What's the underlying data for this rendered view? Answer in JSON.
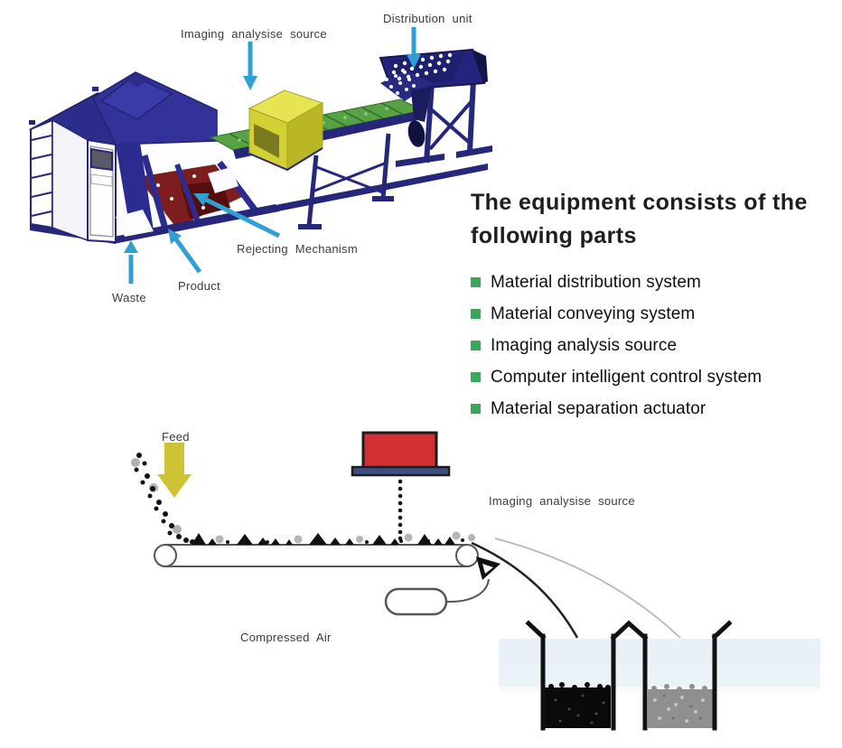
{
  "machine_diagram": {
    "labels": {
      "imaging_source": "Imaging analysise source",
      "distribution_unit": "Distribution unit",
      "rejecting_mechanism": "Rejecting Mechanism",
      "product": "Product",
      "waste": "Waste"
    },
    "arrow_color": "#2f9fd4"
  },
  "parts_section": {
    "heading_line1": "The equipment consists of the",
    "heading_line2": "following parts",
    "bullet_color": "#3aa85a",
    "items": [
      "Material distribution system",
      "Material conveying system",
      "Imaging analysis source",
      "Computer intelligent control system",
      "Material separation actuator"
    ]
  },
  "schematic": {
    "labels": {
      "feed": "Feed",
      "imaging_source": "Imaging analysise source",
      "compressed_air": "Compressed Air"
    },
    "colors": {
      "feed_arrow": "#cdc335",
      "camera_body": "#d22f33",
      "camera_base": "#3e4f82",
      "waste_material": "#0a0a0a",
      "product_material": "#8f8f8f"
    }
  }
}
